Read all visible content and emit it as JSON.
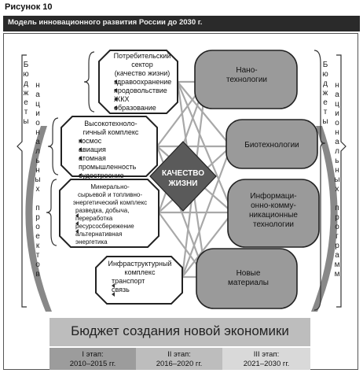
{
  "figure_label": "Рисунок 10",
  "title": "Модель инновационного развития России до 2030 г.",
  "left_label": {
    "col1": [
      "Б",
      "ю",
      "д",
      "ж",
      "е",
      "т",
      "ы"
    ],
    "col2": [
      "н",
      "а",
      "ц",
      "и",
      "о",
      "н",
      "а",
      "л",
      "ь",
      "н",
      "ы",
      "х",
      "",
      "п",
      "р",
      "о",
      "е",
      "к",
      "т",
      "о",
      "в"
    ]
  },
  "right_label": {
    "col1": [
      "Б",
      "ю",
      "д",
      "ж",
      "е",
      "т",
      "ы"
    ],
    "col2": [
      "н",
      "а",
      "ц",
      "и",
      "о",
      "н",
      "а",
      "л",
      "ь",
      "н",
      "ы",
      "х",
      "",
      "п",
      "р",
      "о",
      "г",
      "р",
      "а",
      "м",
      "м"
    ]
  },
  "sectors": [
    {
      "title": [
        "Потребительский",
        "сектор",
        "(качество жизни)"
      ],
      "items": [
        "здравоохранение",
        "продовольствие",
        "ЖКХ",
        "образование"
      ]
    },
    {
      "title": [
        "Высокотехноло-",
        "гичный комплекс"
      ],
      "items": [
        "космос",
        "авиация",
        "атомная",
        "промышленность",
        "судостроение"
      ]
    },
    {
      "title": [
        "Минерально-",
        "сырьевой и топливно-",
        "энергетический комплекс"
      ],
      "items": [
        "разведка, добыча, переработка",
        "ресурсосбережение",
        "альтернативная",
        "энергетика"
      ]
    },
    {
      "title": [
        "Инфраструктурный",
        "комплекс"
      ],
      "items": [
        "транспорт",
        "связь"
      ]
    }
  ],
  "technologies": [
    [
      "Нано-",
      "технологии"
    ],
    [
      "Биотехнологии"
    ],
    [
      "Информаци-",
      "онно-комму-",
      "никационные",
      "технологии"
    ],
    [
      "Новые",
      "материалы"
    ]
  ],
  "center": [
    "КАЧЕСТВО",
    "ЖИЗНИ"
  ],
  "budget": "Бюджет создания новой экономики",
  "stages": [
    {
      "name": "I этап:",
      "period": "2010–2015 гг."
    },
    {
      "name": "II этап:",
      "period": "2016–2020 гг."
    },
    {
      "name": "III этап:",
      "period": "2021–2030 гг."
    }
  ],
  "colors": {
    "title_bar": "#2a2a2a",
    "octagon_fill": "#ffffff",
    "rounded_fill": "#9a9a9a",
    "diamond": "#5a5a5a",
    "grid": "#a8a8a8"
  }
}
